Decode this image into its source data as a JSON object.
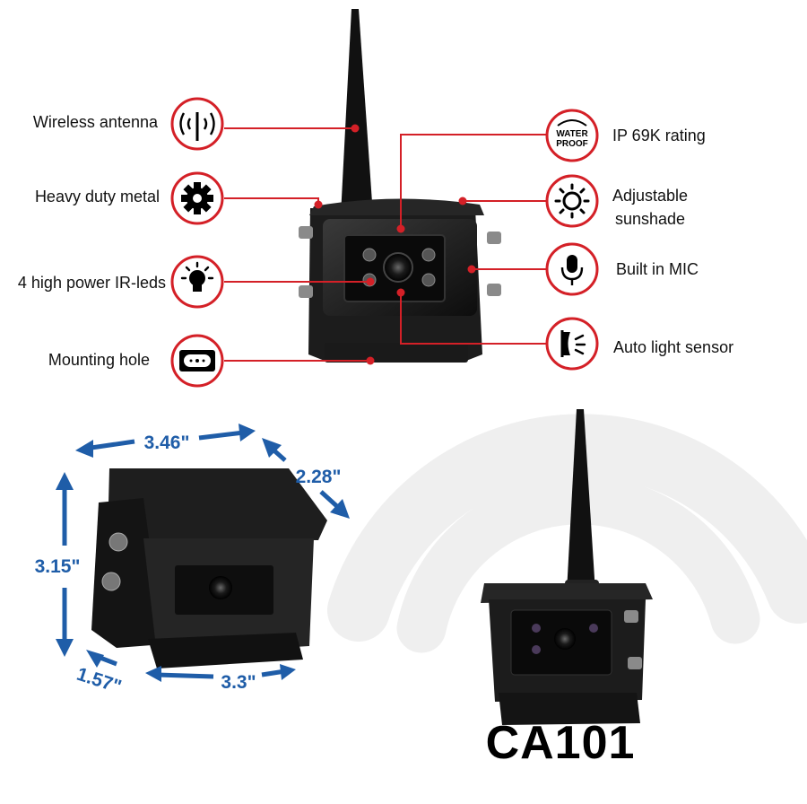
{
  "features_left": [
    {
      "label": "Wireless antenna",
      "icon": "antenna-signal-icon"
    },
    {
      "label": "Heavy duty metal",
      "icon": "gear-icon"
    },
    {
      "label": "4 high power IR-leds",
      "icon": "light-bulb-icon"
    },
    {
      "label": "Mounting hole",
      "icon": "mounting-hole-icon"
    }
  ],
  "features_right": [
    {
      "label": "IP 69K rating",
      "icon": "waterproof-badge-icon"
    },
    {
      "label": "Adjustable\nsunshade",
      "label_line1": "Adjustable",
      "label_line2": "sunshade",
      "icon": "sun-icon"
    },
    {
      "label": "Built in MIC",
      "icon": "microphone-icon"
    },
    {
      "label": "Auto light sensor",
      "icon": "light-sensor-icon"
    }
  ],
  "waterproof_badge": {
    "line1": "WATER",
    "line2": "PROOF"
  },
  "dimensions": {
    "width": "3.46\"",
    "depth_top": "2.28\"",
    "height": "3.15\"",
    "depth_bottom": "1.57\"",
    "base_width": "3.3\""
  },
  "model": "CA101",
  "colors": {
    "accent_red": "#d42027",
    "dimension_blue": "#1f5da8",
    "camera_black": "#1a1a1a"
  }
}
